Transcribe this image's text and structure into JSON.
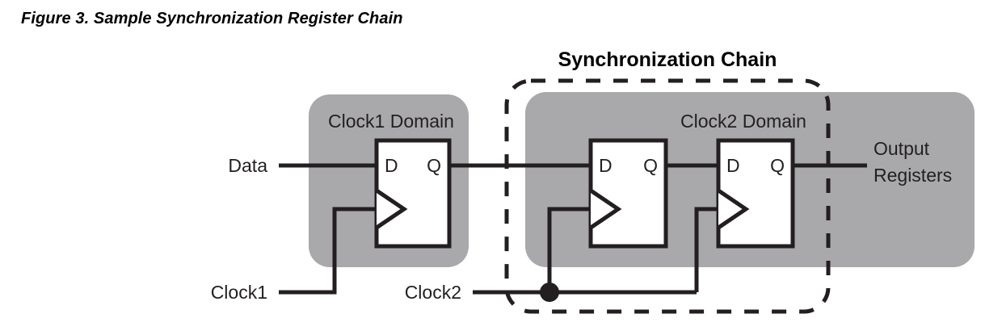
{
  "figure": {
    "title": "Figure 3. Sample Synchronization Register Chain"
  },
  "diagram": {
    "chain_label": "Synchronization Chain",
    "domains": [
      {
        "id": "clock1",
        "label": "Clock1 Domain"
      },
      {
        "id": "clock2",
        "label": "Clock2 Domain"
      }
    ],
    "signals": {
      "data_in": "Data",
      "clock1_in": "Clock1",
      "clock2_in": "Clock2",
      "output_line1": "Output",
      "output_line2": "Registers"
    },
    "flipflops": [
      {
        "id": "ff1",
        "d_label": "D",
        "q_label": "Q",
        "domain": "clock1"
      },
      {
        "id": "ff2",
        "d_label": "D",
        "q_label": "Q",
        "domain": "clock2"
      },
      {
        "id": "ff3",
        "d_label": "D",
        "q_label": "Q",
        "domain": "clock2"
      }
    ],
    "colors": {
      "domain_fill": "#a9a9ac",
      "ff_fill": "#ffffff",
      "stroke": "#231f20",
      "text": "#231f20",
      "background": "#ffffff"
    }
  }
}
